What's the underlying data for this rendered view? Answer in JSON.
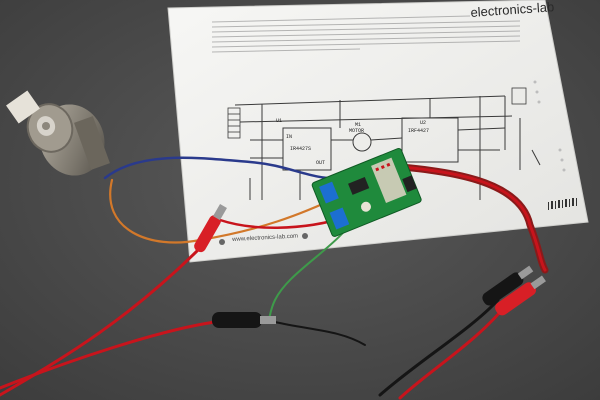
{
  "scene": {
    "description_visible_text": true,
    "brand_text": "electronics-lab",
    "website_text": "www.electronics-lab.com",
    "schematic_labels": {
      "u1": "U1",
      "u1_part": "IR4427S",
      "m1": "M1",
      "motor": "MOTOR",
      "u2": "U2",
      "u2_part": "IRF4427",
      "in": "IN",
      "out": "OUT"
    },
    "colors": {
      "table": "#4e4e4e",
      "paper": "#f1f1ef",
      "pcb": "#1f8a3c",
      "terminal": "#1c6fd1",
      "wire_red": "#c8141c",
      "wire_blue": "#2a3a8c",
      "wire_orange": "#d2782a",
      "wire_green": "#3e9a4a",
      "clip_red": "#d81f26",
      "clip_black": "#151515",
      "motor": "#8f8a80"
    }
  }
}
